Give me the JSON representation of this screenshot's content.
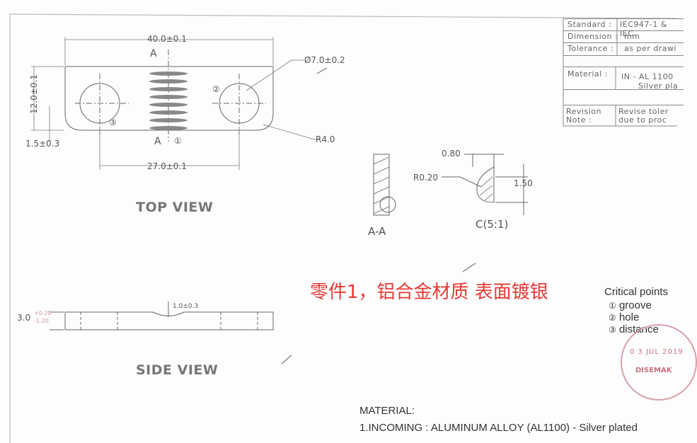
{
  "title_block": {
    "standard_label": "Standard :",
    "standard_value": "IEC947-1 & IEC",
    "dimension_label": "Dimension :",
    "dimension_value": "mm",
    "tolerance_label": "Tolerance :",
    "tolerance_value": "as per drawi",
    "material_label": "Material :",
    "material_value_1": "IN - AL 1100",
    "material_value_2": "Silver pla",
    "revision_label_1": "Revision",
    "revision_label_2": "Note :",
    "revision_value_1": "Revise toler",
    "revision_value_2": "due to proc"
  },
  "top_view": {
    "label": "TOP VIEW",
    "dim_length": "40.0±0.1",
    "dim_height": "12.0±0.1",
    "dim_hole": "Ø7.0±0.2",
    "dim_radius": "R4.0",
    "dim_pitch": "27.0±0.1",
    "dim_edge": "1.5±0.3",
    "section_marker_top": "A",
    "section_marker_bottom": "A",
    "callout_1": "①",
    "callout_2": "②",
    "callout_3": "③"
  },
  "section_aa": {
    "label": "A-A"
  },
  "detail_c": {
    "label": "C(5:1)",
    "dim_width": "0.80",
    "dim_radius": "R0.20",
    "dim_depth": "1.50"
  },
  "side_view": {
    "label": "SIDE VIEW",
    "dim_thickness": "3.0",
    "tol_upper": "+0.20",
    "tol_lower": "-1.20",
    "dim_groove": "1.0±0.3"
  },
  "chinese_note": "零件1，铝合金材质 表面镀银",
  "critical_points": {
    "title": "Critical points",
    "items": [
      {
        "marker": "①",
        "text": "groove"
      },
      {
        "marker": "②",
        "text": "hole"
      },
      {
        "marker": "③",
        "text": "distance"
      }
    ]
  },
  "stamp": {
    "date": "0 3 JUL 2019",
    "company": "DISEMAK"
  },
  "material_note": {
    "heading": "MATERIAL:",
    "line": "1.INCOMING : ALUMINUM ALLOY (AL1100) - Silver plated"
  }
}
